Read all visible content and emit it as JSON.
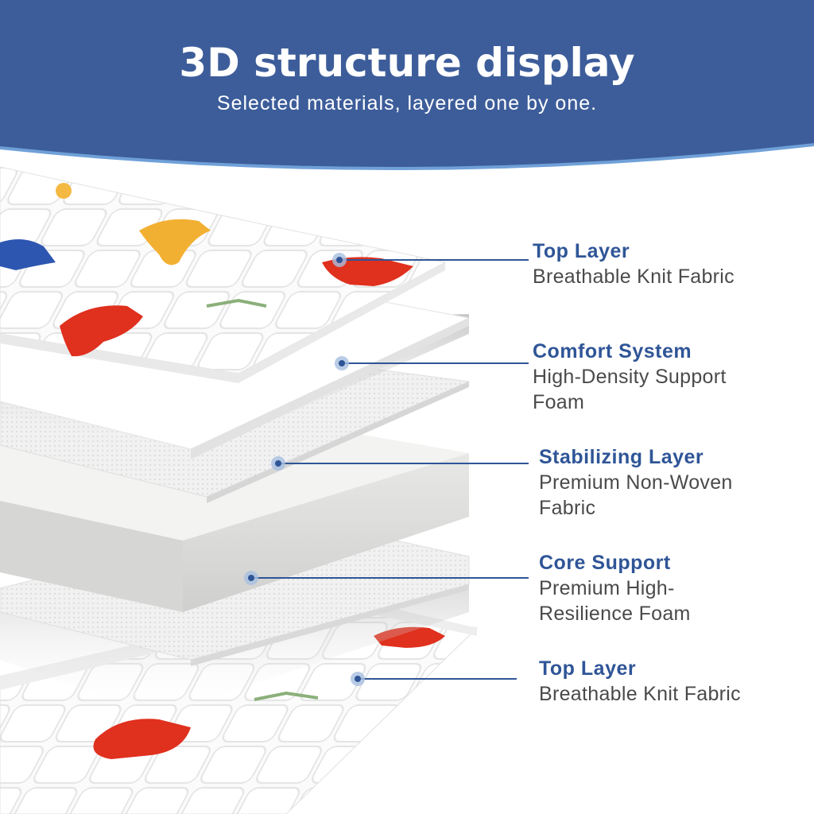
{
  "header": {
    "title": "3D structure display",
    "subtitle": "Selected materials, layered one by one.",
    "colors": {
      "banner": "#3d5d9a",
      "accent_line": "#6fa0d8"
    }
  },
  "layers": [
    {
      "title": "Top Layer",
      "desc_lines": [
        "Breathable Knit Fabric"
      ]
    },
    {
      "title": "Comfort System",
      "desc_lines": [
        "High-Density Support",
        "Foam"
      ]
    },
    {
      "title": "Stabilizing Layer",
      "desc_lines": [
        "Premium Non-Woven",
        "Fabric"
      ]
    },
    {
      "title": "Core Support",
      "desc_lines": [
        "Premium High-",
        "Resilience Foam"
      ]
    },
    {
      "title": "Top Layer",
      "desc_lines": [
        "Breathable Knit Fabric"
      ]
    }
  ],
  "colors": {
    "label_title": "#2f5597",
    "label_desc": "#4a4a4a",
    "leader": "#2f5597"
  }
}
